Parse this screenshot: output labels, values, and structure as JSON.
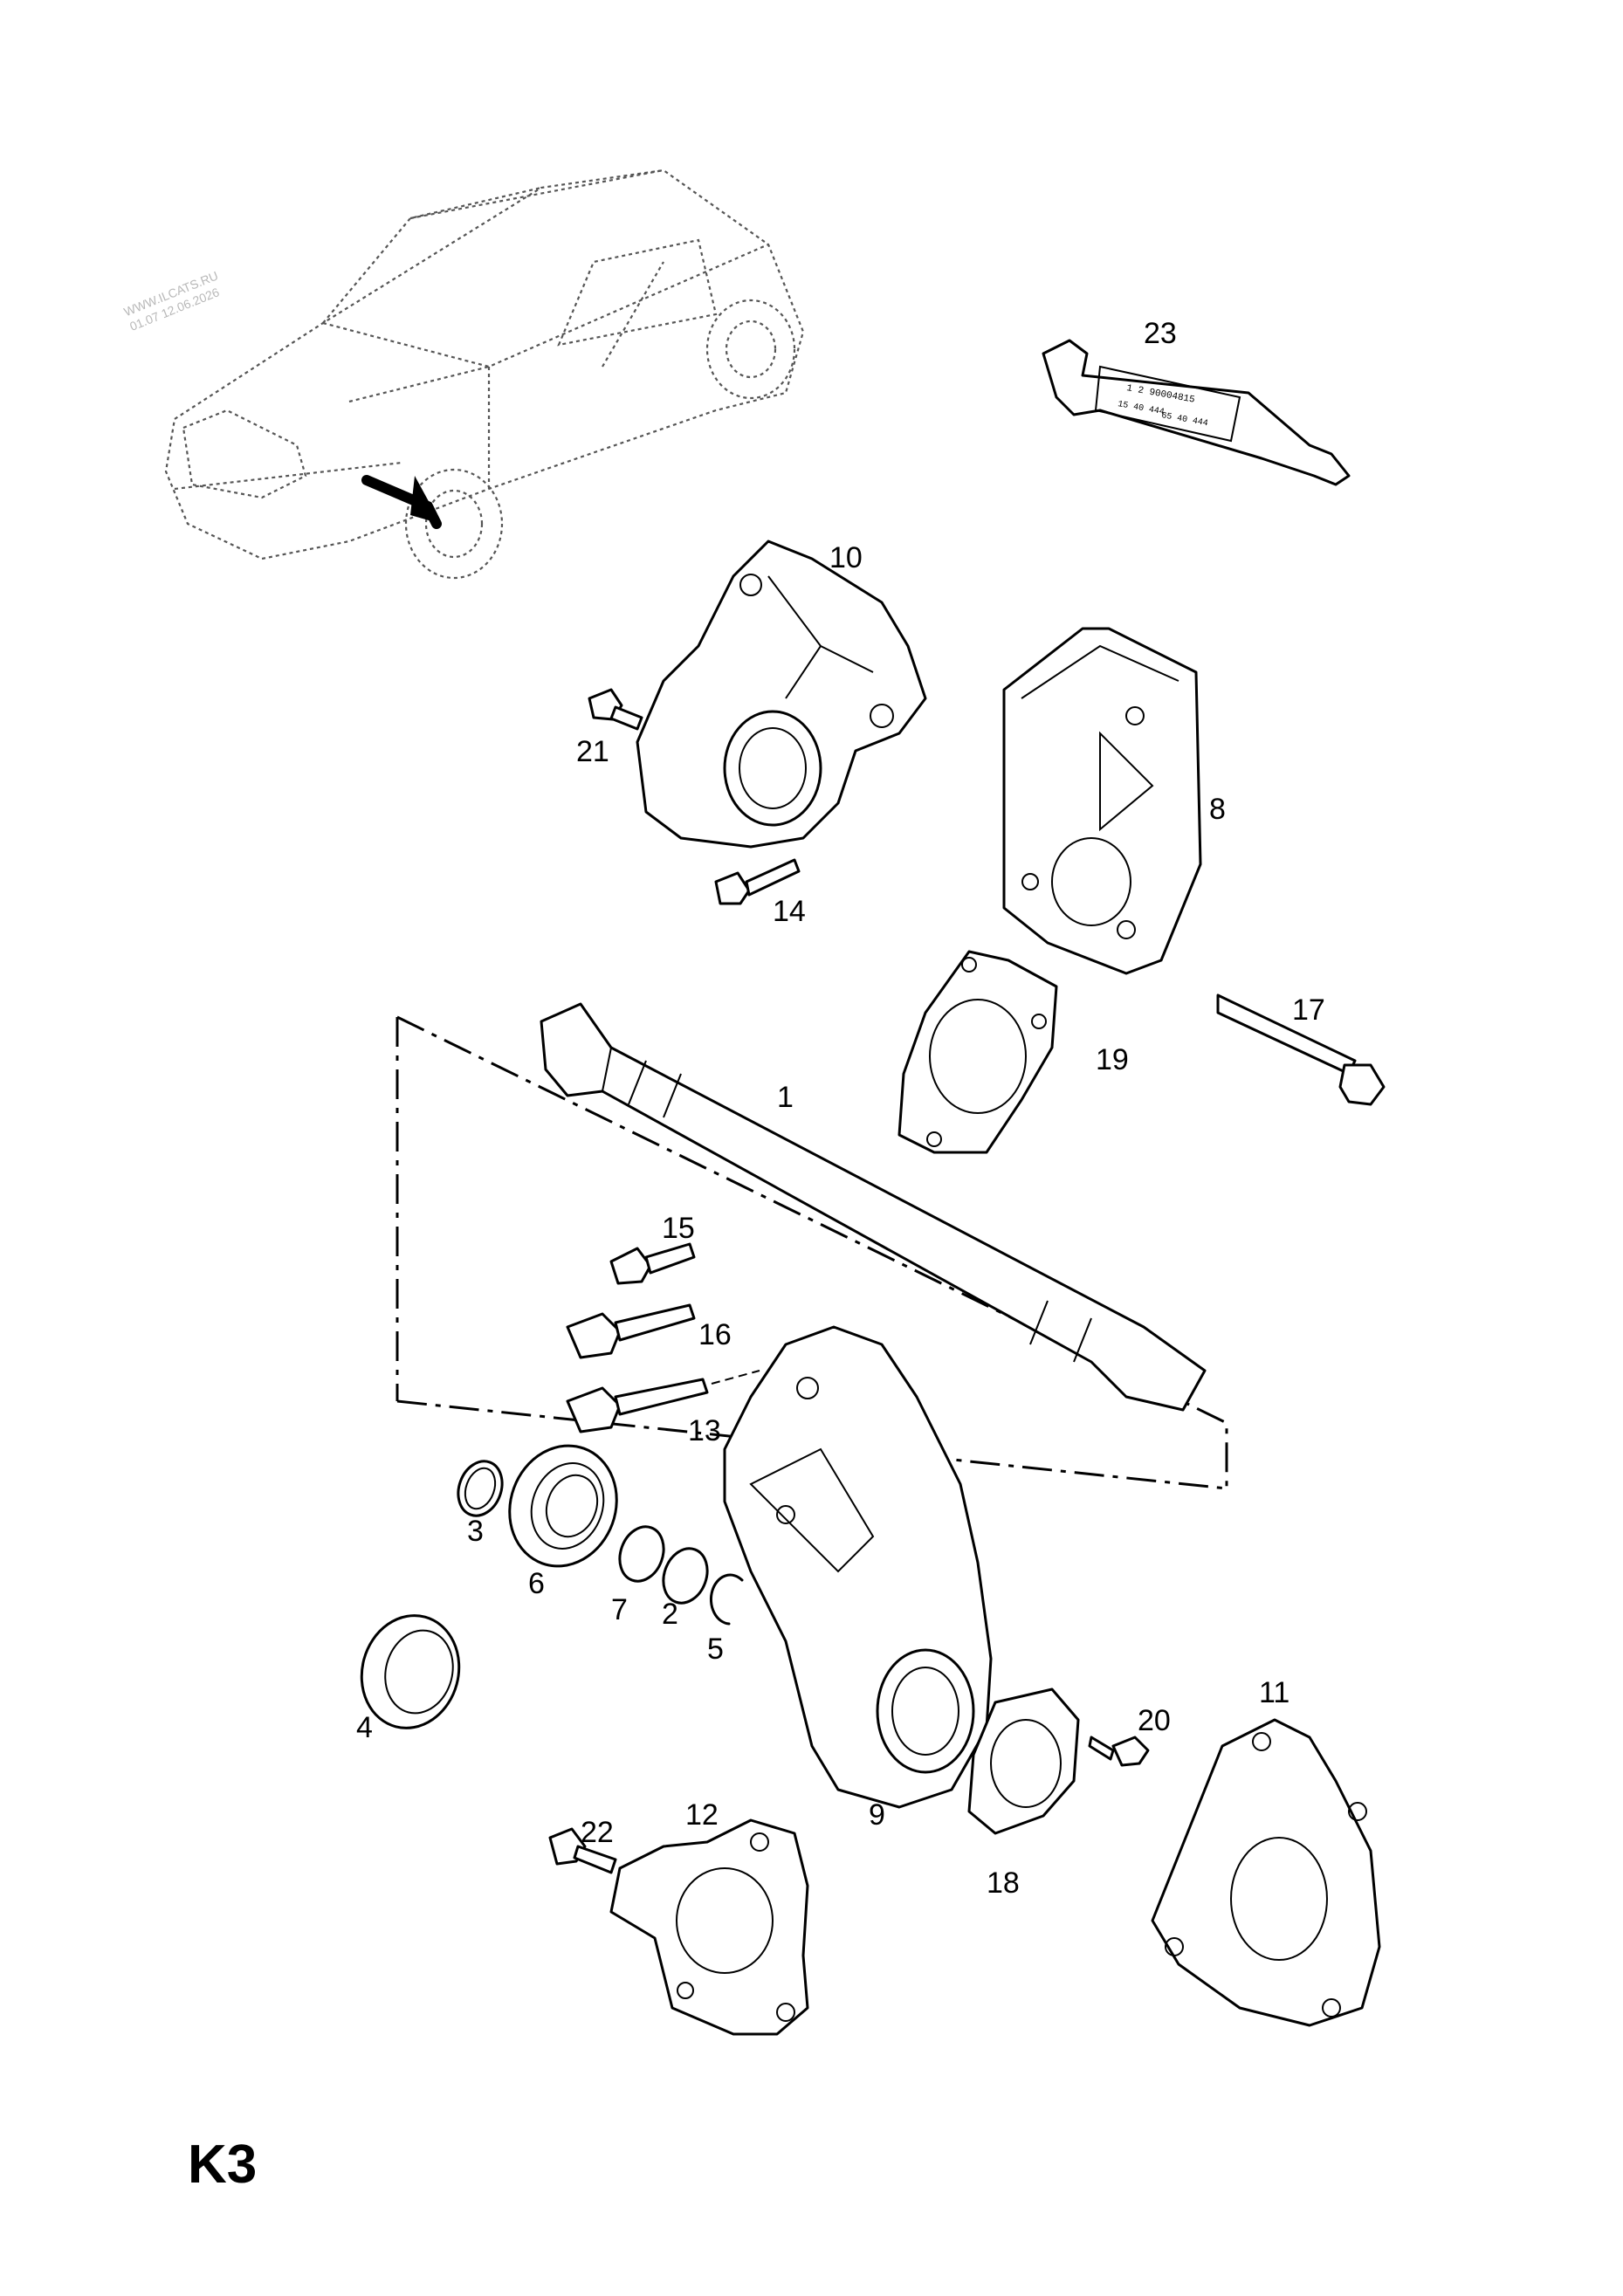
{
  "watermark": {
    "site": "WWW.ILCATS.RU",
    "stamp": "01.07 12.06.2026"
  },
  "page_code": "K3",
  "tube_label": {
    "line1": "1 2 90004815",
    "line2": "15 40 444",
    "line3": "65 40 444"
  },
  "callouts": {
    "p1": "1",
    "p2": "2",
    "p3": "3",
    "p4": "4",
    "p5": "5",
    "p6": "6",
    "p7": "7",
    "p8": "8",
    "p9": "9",
    "p10": "10",
    "p11": "11",
    "p12": "12",
    "p13": "13",
    "p14": "14",
    "p15": "15",
    "p16": "16",
    "p17": "17",
    "p18": "18",
    "p19": "19",
    "p20": "20",
    "p21": "21",
    "p22": "22",
    "p23": "23"
  },
  "colors": {
    "ink": "#000000",
    "paper": "#ffffff",
    "watermark": "#b8b8b8"
  }
}
